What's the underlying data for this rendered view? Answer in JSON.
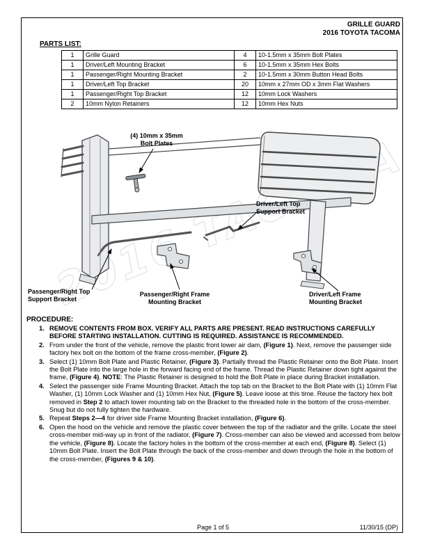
{
  "header": {
    "title_line1": "GRILLE GUARD",
    "title_line2": "2016 TOYOTA TACOMA"
  },
  "parts_list": {
    "label": "PARTS LIST:",
    "rows": [
      {
        "qty1": "1",
        "desc1": "Grille Guard",
        "qty2": "4",
        "desc2": "10-1.5mm x 35mm Bolt Plates"
      },
      {
        "qty1": "1",
        "desc1": "Driver/Left Mounting Bracket",
        "qty2": "6",
        "desc2": "10-1.5mm x 35mm Hex Bolts"
      },
      {
        "qty1": "1",
        "desc1": "Passenger/Right Mounting Bracket",
        "qty2": "2",
        "desc2": "10-1.5mm x 30mm Button Head Bolts"
      },
      {
        "qty1": "1",
        "desc1": "Driver/Left Top Bracket",
        "qty2": "20",
        "desc2": "10mm x 27mm OD x 3mm Flat Washers"
      },
      {
        "qty1": "1",
        "desc1": "Passenger/Right Top Bracket",
        "qty2": "12",
        "desc2": "10mm Lock Washers"
      },
      {
        "qty1": "2",
        "desc1": "10mm Nylon Retainers",
        "qty2": "12",
        "desc2": "10mm Hex Nuts"
      }
    ]
  },
  "diagram": {
    "watermark": "2016 TACOMA",
    "labels": {
      "bolt_plates_l1": "(4) 10mm x 35mm",
      "bolt_plates_l2": "Bolt Plates",
      "driver_top_l1": "Driver/Left Top",
      "driver_top_l2": "Support Bracket",
      "pass_top_l1": "Passenger/Right Top",
      "pass_top_l2": "Support Bracket",
      "pass_frame_l1": "Passenger/Right Frame",
      "pass_frame_l2": "Mounting Bracket",
      "driver_frame_l1": "Driver/Left Frame",
      "driver_frame_l2": "Mounting Bracket"
    }
  },
  "procedure": {
    "label": "PROCEDURE:",
    "steps": [
      {
        "num": "1.",
        "segments": [
          {
            "t": "REMOVE CONTENTS FROM BOX. VERIFY ALL PARTS ARE PRESENT. READ INSTRUCTIONS CAREFULLY BEFORE STARTING INSTALLATION. CUTTING IS REQUIRED. ASSISTANCE IS RECOMMENDED.",
            "b": true
          }
        ]
      },
      {
        "num": "2.",
        "segments": [
          {
            "t": "From under the front of the vehicle, remove the plastic front lower air dam, ",
            "b": false
          },
          {
            "t": "(Figure 1)",
            "b": true
          },
          {
            "t": ". Next, remove the passenger side factory hex bolt on the bottom of the frame cross-member, ",
            "b": false
          },
          {
            "t": "(Figure 2)",
            "b": true
          },
          {
            "t": ".",
            "b": false
          }
        ]
      },
      {
        "num": "3.",
        "segments": [
          {
            "t": "Select (1) 10mm Bolt Plate and Plastic Retainer, ",
            "b": false
          },
          {
            "t": "(Figure 3)",
            "b": true
          },
          {
            "t": ". Partially thread the Plastic Retainer onto the Bolt Plate. Insert the Bolt Plate into the large hole in the forward facing end of the frame. Thread the Plastic Retainer down tight against the frame, ",
            "b": false
          },
          {
            "t": "(Figure 4)",
            "b": true
          },
          {
            "t": ". ",
            "b": false
          },
          {
            "t": "NOTE",
            "b": true
          },
          {
            "t": ": The Plastic Retainer is designed to hold the Bolt Plate in place during Bracket installation.",
            "b": false
          }
        ]
      },
      {
        "num": "4.",
        "segments": [
          {
            "t": "Select the passenger side Frame Mounting Bracket. Attach the top tab on the Bracket to the Bolt Plate with (1) 10mm Flat Washer, (1) 10mm Lock Washer and (1) 10mm Hex Nut, ",
            "b": false
          },
          {
            "t": "(Figure 5)",
            "b": true
          },
          {
            "t": ". Leave loose at this time. Reuse the factory hex bolt removed in ",
            "b": false
          },
          {
            "t": "Step 2",
            "b": true
          },
          {
            "t": " to attach lower mounting tab on the Bracket to the threaded hole in the bottom of the cross-member. Snug but do not fully tighten the hardware.",
            "b": false
          }
        ]
      },
      {
        "num": "5.",
        "segments": [
          {
            "t": "Repeat ",
            "b": false
          },
          {
            "t": "Steps 2—4",
            "b": true
          },
          {
            "t": " for driver side Frame Mounting Bracket installation, ",
            "b": false
          },
          {
            "t": "(Figure 6)",
            "b": true
          },
          {
            "t": ".",
            "b": false
          }
        ]
      },
      {
        "num": "6.",
        "segments": [
          {
            "t": "Open the hood on the vehicle and remove the plastic cover between the top of the radiator and the grille. Locate the steel cross-member mid-way up in front of the radiator, ",
            "b": false
          },
          {
            "t": "(Figure 7)",
            "b": true
          },
          {
            "t": ". Cross-member can also be viewed and accessed from below the vehicle, ",
            "b": false
          },
          {
            "t": "(Figure 8)",
            "b": true
          },
          {
            "t": ". Locate the factory holes in the bottom of the cross-member at each end, ",
            "b": false
          },
          {
            "t": "(Figure 8)",
            "b": true
          },
          {
            "t": ". Select (1) 10mm Bolt Plate. Insert the Bolt Plate through the back of the cross-member and down through the hole in the bottom of the cross-member, ",
            "b": false
          },
          {
            "t": "(Figures 9 & 10)",
            "b": true
          },
          {
            "t": ".",
            "b": false
          }
        ]
      }
    ]
  },
  "footer": {
    "page": "Page 1 of 5",
    "date": "11/30/15 (DP)"
  }
}
